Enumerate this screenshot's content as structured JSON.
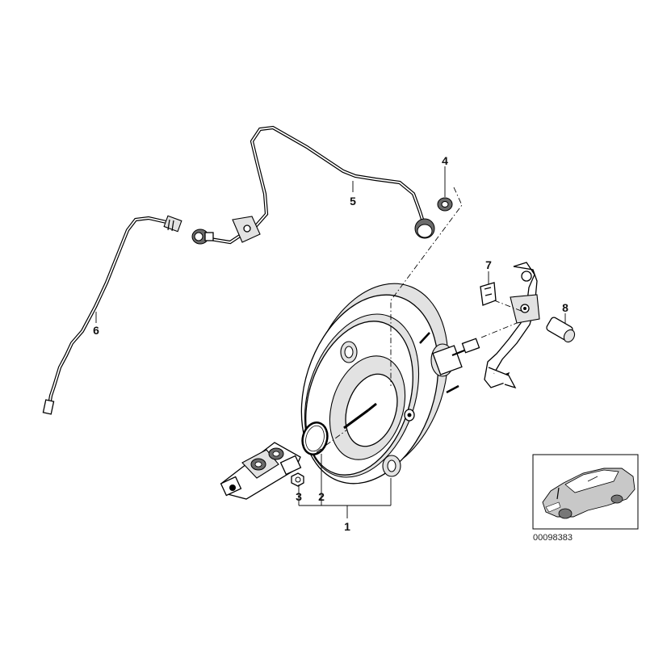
{
  "callouts": {
    "c1": "1",
    "c2": "2",
    "c3": "3",
    "c4": "4",
    "c5": "5",
    "c6": "6",
    "c7": "7",
    "c8": "8"
  },
  "reference_number": "00098383",
  "colors": {
    "line": "#000000",
    "background": "#ffffff",
    "shade": "#e2e2e2",
    "thumbnail_car": "#c8c8c8"
  }
}
